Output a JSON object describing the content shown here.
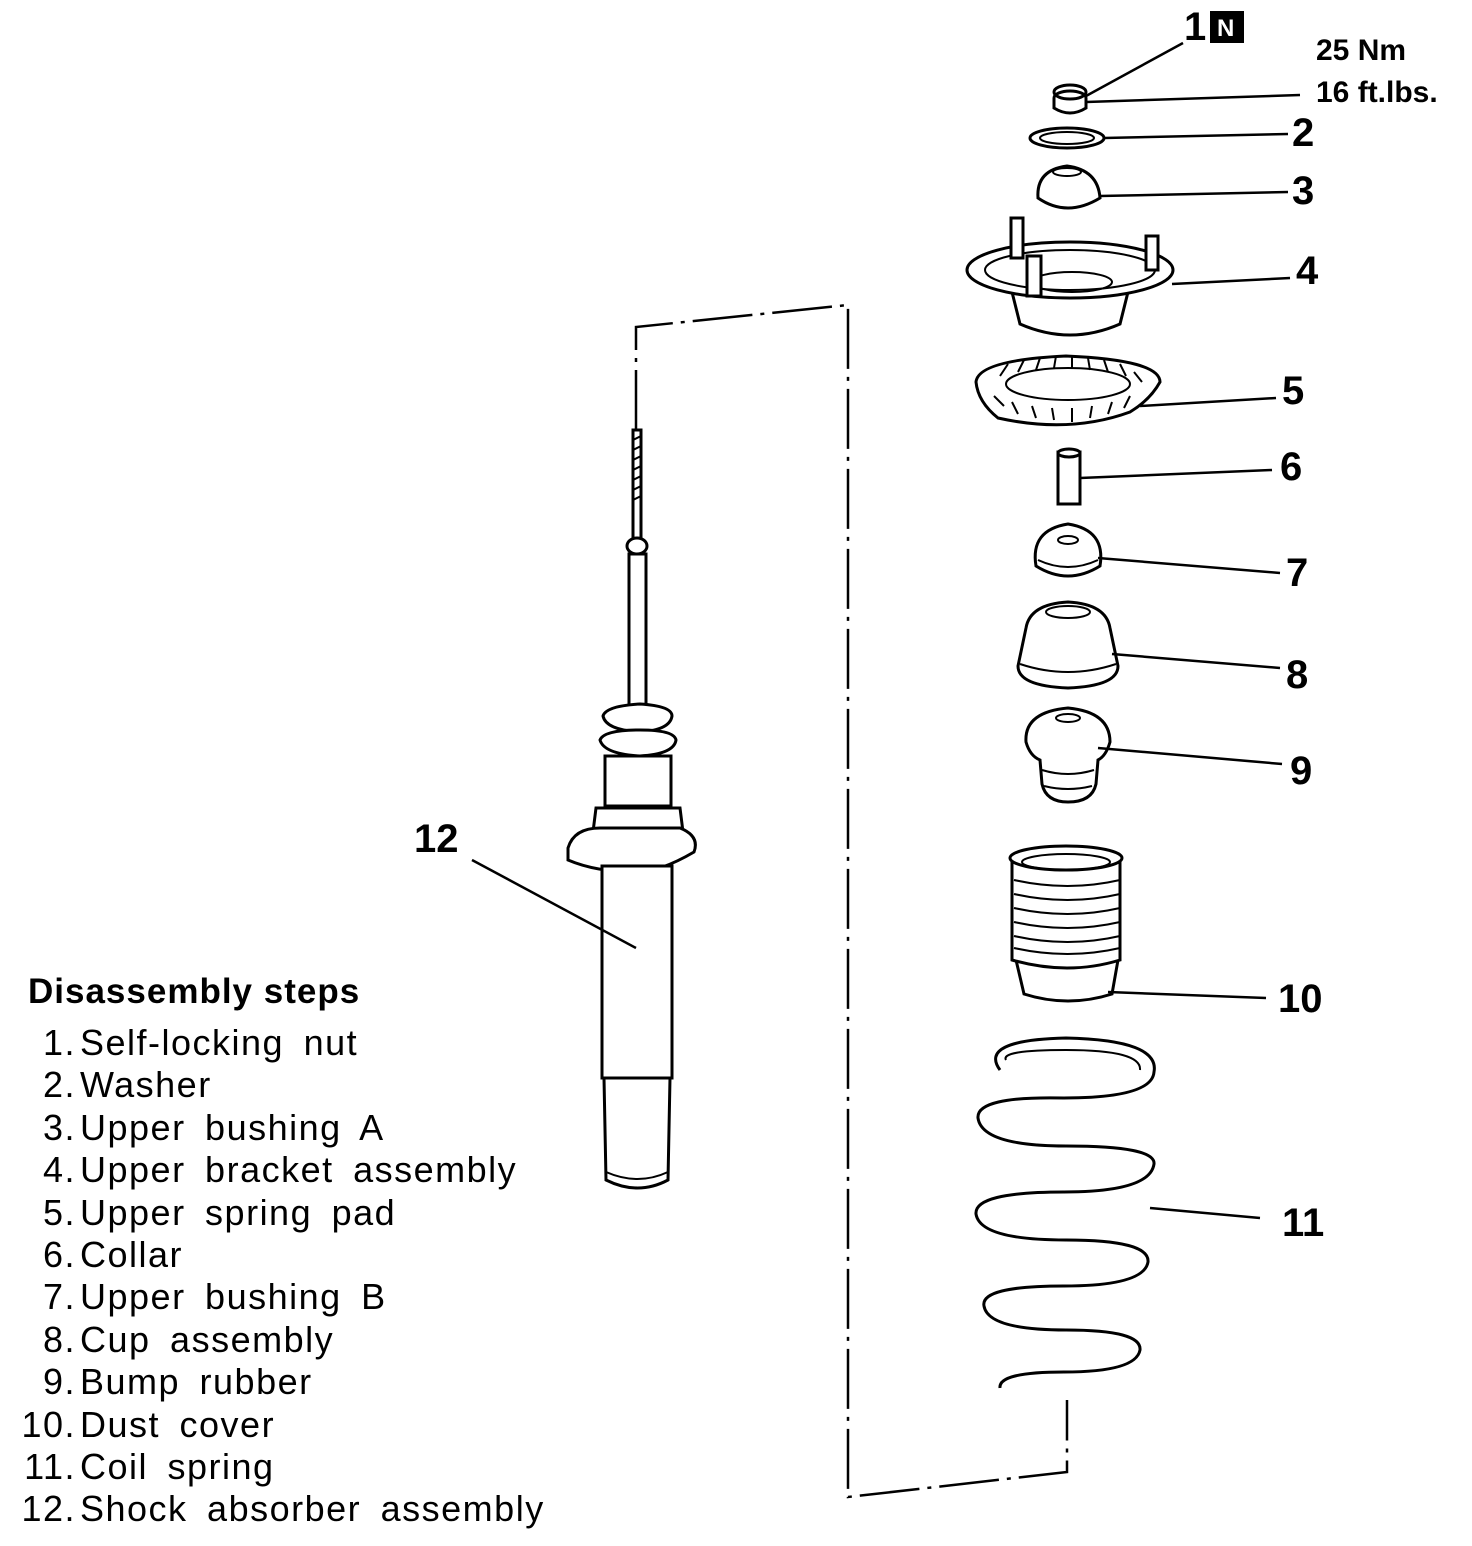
{
  "callouts": {
    "c1": "1",
    "c2": "2",
    "c3": "3",
    "c4": "4",
    "c5": "5",
    "c6": "6",
    "c7": "7",
    "c8": "8",
    "c9": "9",
    "c10": "10",
    "c11": "11",
    "c12": "12"
  },
  "new_part_badge": "N",
  "torque": {
    "metric": "25 Nm",
    "imperial": "16 ft.lbs."
  },
  "steps": {
    "title": "Disassembly steps",
    "items": [
      {
        "num": "1.",
        "label": "Self-locking nut"
      },
      {
        "num": "2.",
        "label": "Washer"
      },
      {
        "num": "3.",
        "label": "Upper bushing A"
      },
      {
        "num": "4.",
        "label": "Upper bracket assembly"
      },
      {
        "num": "5.",
        "label": "Upper spring pad"
      },
      {
        "num": "6.",
        "label": "Collar"
      },
      {
        "num": "7.",
        "label": "Upper bushing B"
      },
      {
        "num": "8.",
        "label": "Cup assembly"
      },
      {
        "num": "9.",
        "label": "Bump rubber"
      },
      {
        "num": "10.",
        "label": "Dust cover"
      },
      {
        "num": "11.",
        "label": "Coil spring"
      },
      {
        "num": "12.",
        "label": "Shock absorber assembly"
      }
    ]
  }
}
